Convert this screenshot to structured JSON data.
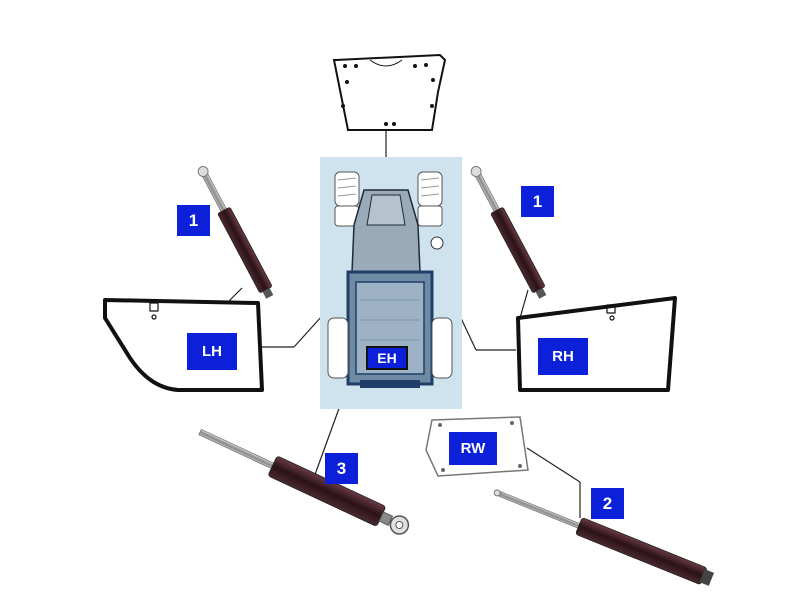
{
  "labels": {
    "strut_left": "1",
    "strut_right": "1",
    "strut_rear_window": "2",
    "strut_hatch": "3",
    "door_left": "LH",
    "door_right": "RH",
    "rear_window": "RW",
    "escape_hatch": "EH"
  },
  "colors": {
    "label_bg": "#0b20d8",
    "label_text": "#ffffff",
    "cab_highlight": "#cfe3ee",
    "tractor_body": "#9aaab8",
    "tractor_frame": "#1f3f6a",
    "strut_body": "#3a1c22",
    "outline": "#1a1a1a"
  },
  "icons": [
    "roof-panel",
    "gas-strut",
    "door-panel",
    "rear-window-panel",
    "tractor-top-view"
  ]
}
